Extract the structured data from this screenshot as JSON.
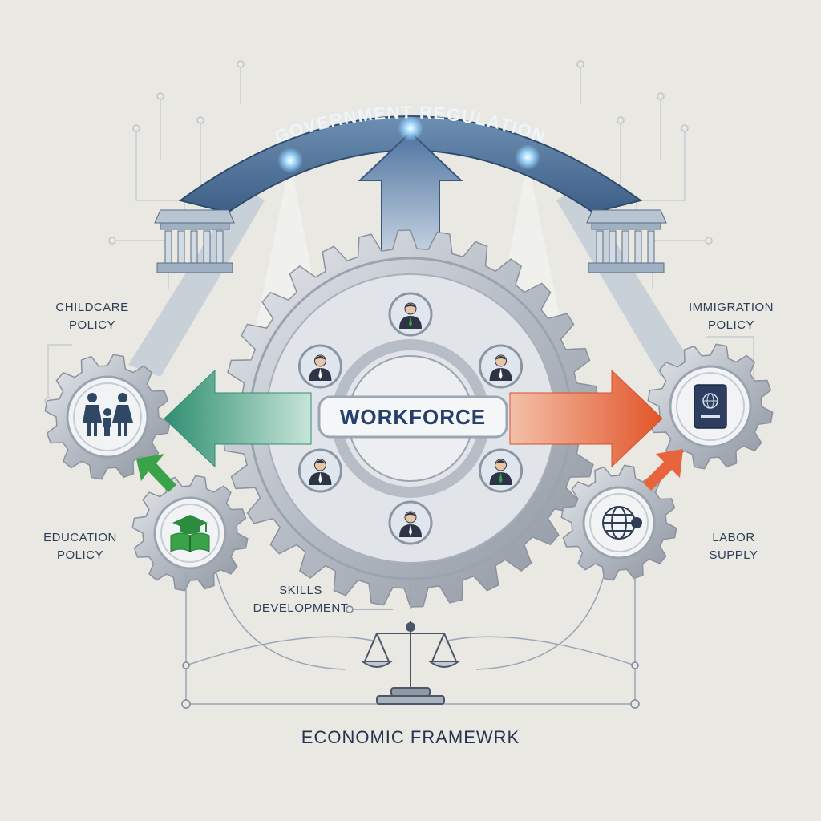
{
  "banner": {
    "title": "GOVERNMENT REGULATION"
  },
  "center": {
    "label": "WORKFORCE"
  },
  "labels": {
    "childcare": [
      "CHILDCARE",
      "POLICY"
    ],
    "immigration": [
      "IMMIGRATION",
      "POLICY"
    ],
    "education": [
      "EDUCATION",
      "POLICY"
    ],
    "labor": [
      "LABOR",
      "SUPPLY"
    ],
    "skills": [
      "SKILLS",
      "DEVELOPMENT"
    ]
  },
  "footer": {
    "title": "ECONOMIC FRAMEWRK"
  },
  "icons": {
    "childcare": "family-icon",
    "education": "graduation-book-icon",
    "immigration": "passport-icon",
    "labor": "globe-icon",
    "base": "scales-of-justice-icon",
    "pillars": "courthouse-icon",
    "people": "person-avatar-icon"
  },
  "colors": {
    "left_arrow": "#3f9a7c",
    "right_arrow": "#e8643a",
    "banner": "#4a6f96",
    "gear": "#b8bec6",
    "text": "#2d3e56",
    "green_accent": "#3aa34a"
  }
}
